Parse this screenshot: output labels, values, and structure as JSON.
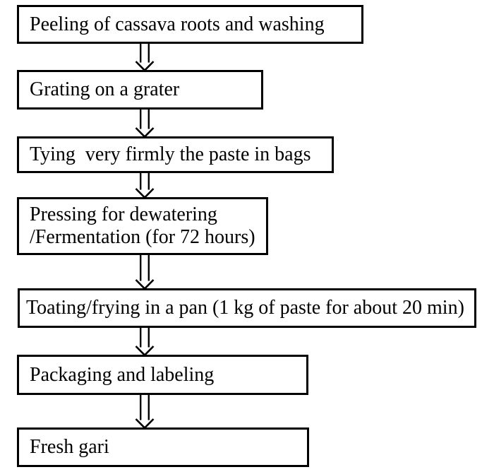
{
  "diagram": {
    "type": "flowchart",
    "direction": "top-down",
    "subject": "fresh gari production process from cassava",
    "steps": [
      {
        "label": "Peeling of cassava roots and washing"
      },
      {
        "label": "Grating on a grater"
      },
      {
        "label": "Tying  very firmly the paste in bags"
      },
      {
        "label": "Pressing for dewatering\n/Fermentation (for 72 hours)"
      },
      {
        "label": "Toating/frying in a pan (1 kg of paste for about 20 min)"
      },
      {
        "label": "Packaging and labeling"
      },
      {
        "label": "Fresh gari"
      }
    ],
    "connector_icon": "double-down-arrow-icon",
    "colors": {
      "box_border": "#000000",
      "text": "#000000",
      "background": "#ffffff"
    }
  }
}
